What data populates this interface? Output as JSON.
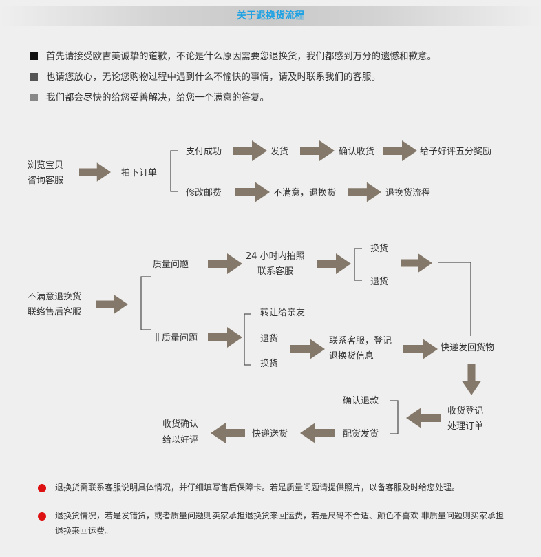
{
  "title": "关于退换货流程",
  "intro": [
    {
      "text": "首先请接受欧吉美诚挚的道歉，不论是什么原因需要您退换货，我们都感到万分的遗憾和歉意。",
      "color": "#111111"
    },
    {
      "text": "也请您放心，无论您购物过程中遇到什么不愉快的事情，请及时联系我们的客服。",
      "color": "#555555"
    },
    {
      "text": "我们都会尽快的给您妥善解决，给您一个满意的答复。",
      "color": "#888888"
    }
  ],
  "flow1": {
    "start": [
      "浏览宝贝",
      "咨询客服"
    ],
    "order": "拍下订单",
    "pay": "支付成功",
    "ship": "发货",
    "confirm": "确认收货",
    "review": "给予好评五分奖励",
    "modify": "修改邮费",
    "unsatisfied": "不满意，退换货",
    "return_flow": "退换货流程"
  },
  "flow2": {
    "start": [
      "不满意退换货",
      "联络售后客服"
    ],
    "quality": "质量问题",
    "photo": [
      "24 小时内拍照",
      "联系客服"
    ],
    "exchange1": "换货",
    "refund1": "退货",
    "nonquality": "非质量问题",
    "gift": "转让给亲友",
    "refund2": "退货",
    "exchange2": "换货",
    "contact": [
      "联系客服，登记",
      "退换货信息"
    ],
    "express_back": "快递发回货物",
    "register": [
      "收货登记",
      "处理订单"
    ],
    "confirm_refund": "确认退款",
    "dispatch": "配货发货",
    "express_send": "快递送货",
    "final": [
      "收货确认",
      "给以好评"
    ]
  },
  "notes": [
    "退换货需联系客服说明具体情况，并仔细填写售后保障卡。若是质量问题请提供照片，以备客服及时给您处理。",
    "退换货情况，若是发错货，或者质量问题则卖家承担退换货来回运费，若是尺码不合适、颜色不喜欢 非质量问题则买家承担退换来回运费。"
  ],
  "colors": {
    "accent": "#1ea2e3",
    "arrow": "#84786a",
    "bracket": "#555555",
    "bullet_red": "#dd1111"
  }
}
